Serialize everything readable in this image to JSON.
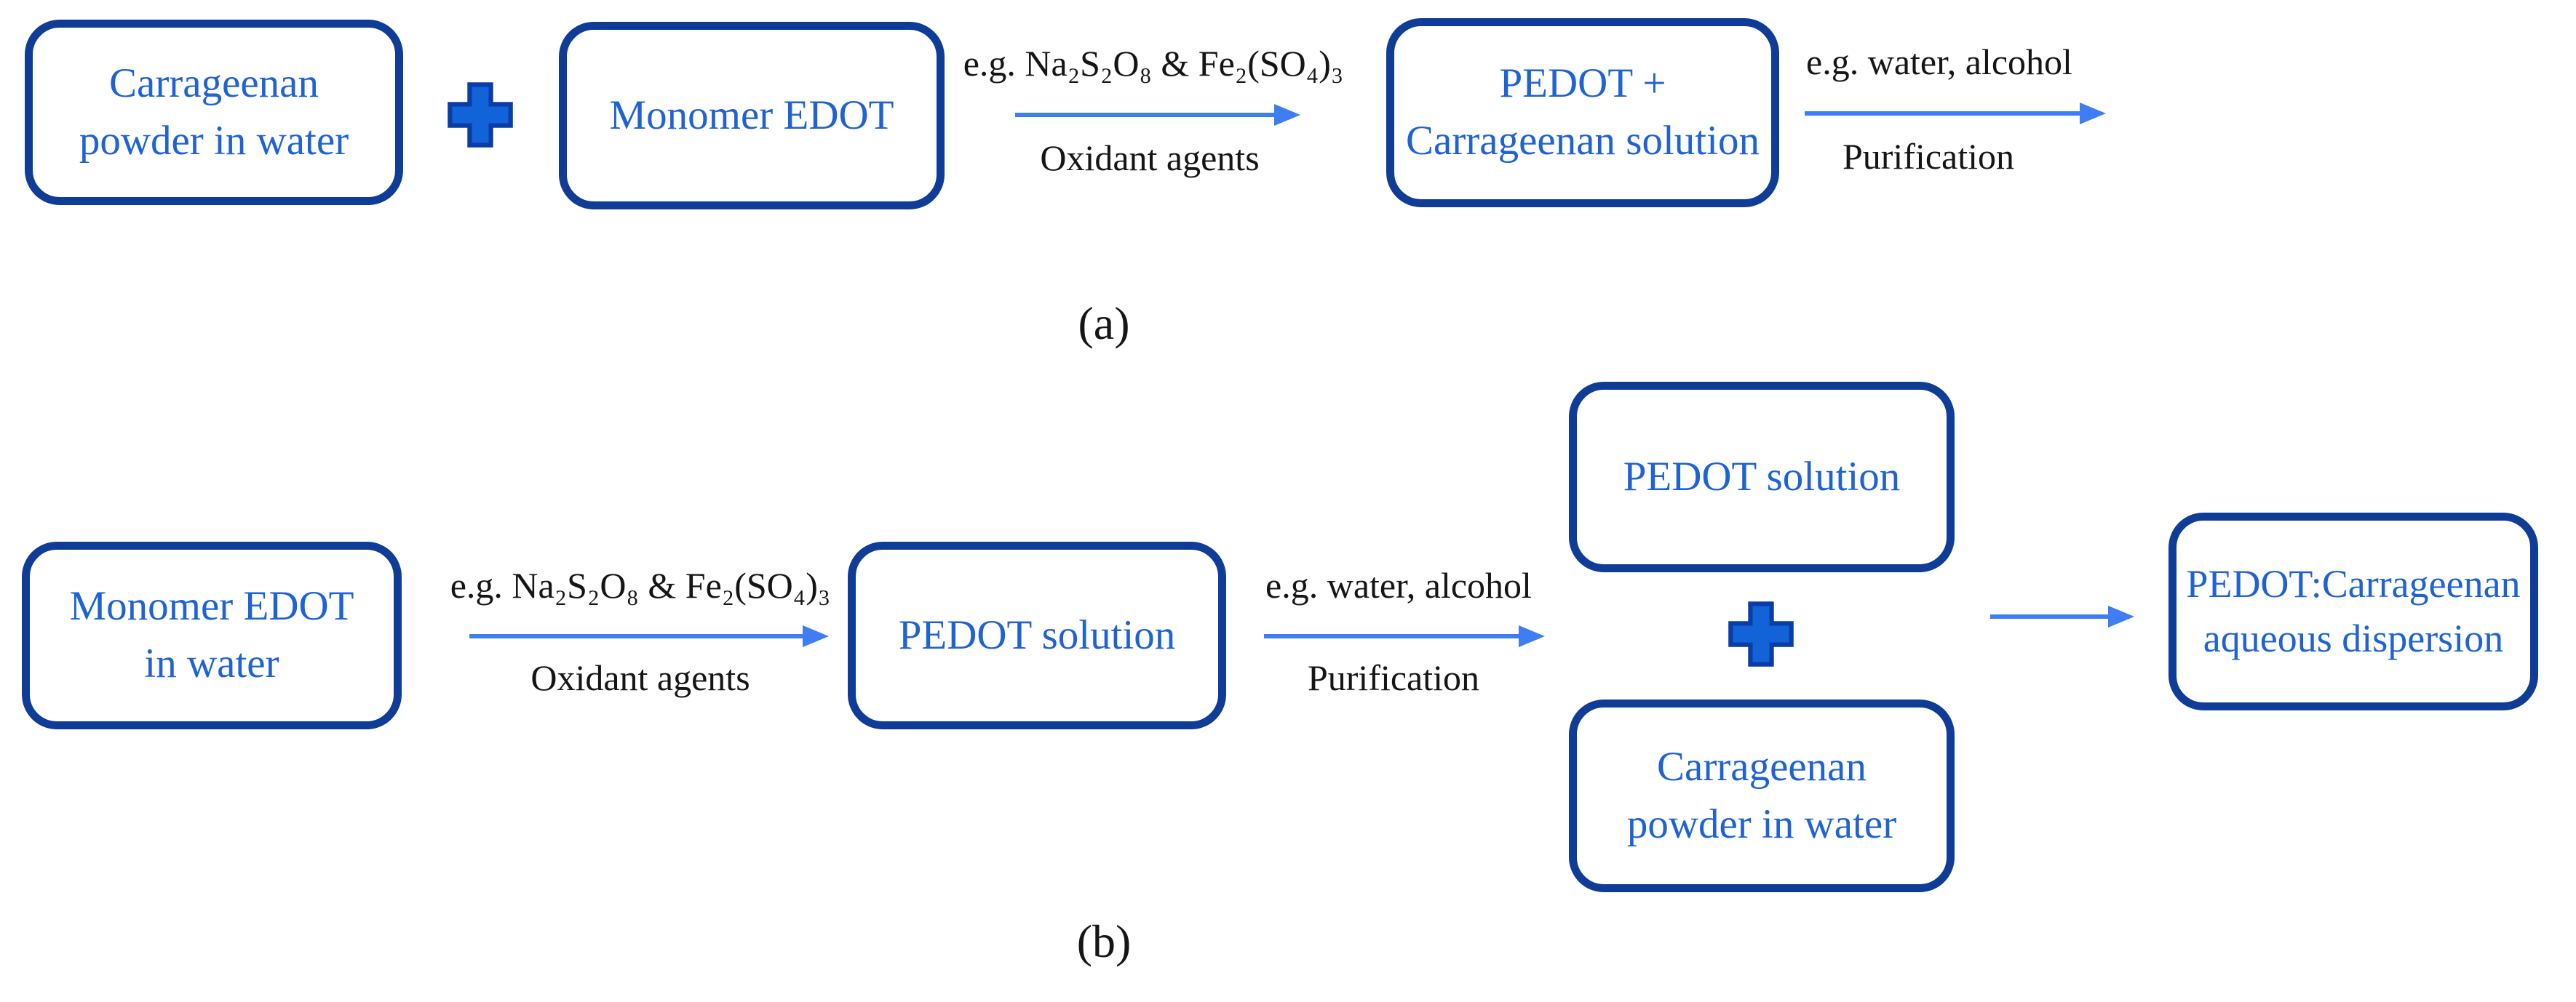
{
  "colors": {
    "box_border": "#0e3c96",
    "box_text": "#1e62d5",
    "arrow": "#3f7df4",
    "plus_fill": "#1262d8",
    "plus_border": "#0a3da8",
    "annotation_text": "#151515"
  },
  "panel_a": {
    "caption": "(a)",
    "node_carrageenan_water": "Carrageenan\npowder in water",
    "node_monomer_edot": "Monomer EDOT",
    "step_oxidation": {
      "above": "e.g. Na₂S₂O₈ & Fe₂(SO₄)₃",
      "below": "Oxidant agents"
    },
    "node_pedot_carrageenan_solution": "PEDOT +\nCarrageenan solution",
    "step_purification": {
      "above": "e.g. water, alcohol",
      "below": "Purification"
    }
  },
  "panel_b": {
    "caption": "(b)",
    "node_monomer_edot_water": "Monomer EDOT\nin water",
    "step_oxidation": {
      "above": "e.g. Na₂S₂O₈ & Fe₂(SO₄)₃",
      "below": "Oxidant agents"
    },
    "node_pedot_solution": "PEDOT solution",
    "step_purification": {
      "above": "e.g. water, alcohol",
      "below": "Purification"
    },
    "node_pedot_solution_2": "PEDOT solution",
    "node_carrageenan_water": "Carrageenan\npowder in water",
    "node_final_dispersion": "PEDOT:Carrageenan\naqueous dispersion"
  }
}
